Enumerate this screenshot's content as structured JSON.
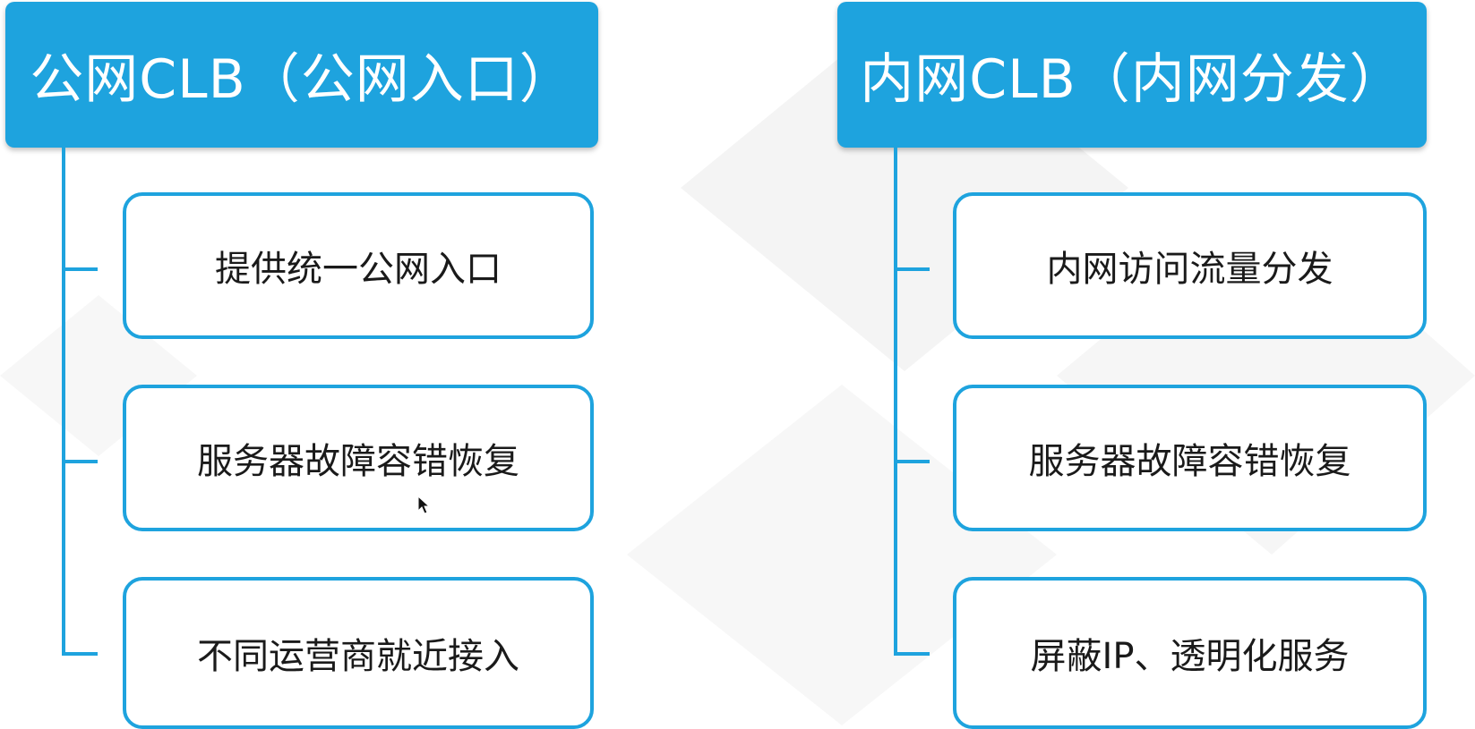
{
  "left": {
    "title": "公网CLB（公网入口）",
    "items": [
      "提供统一公网入口",
      "服务器故障容错恢复",
      "不同运营商就近接入"
    ]
  },
  "right": {
    "title": "内网CLB（内网分发）",
    "items": [
      "内网访问流量分发",
      "服务器故障容错恢复",
      "屏蔽IP、透明化服务"
    ]
  },
  "colors": {
    "accent": "#1ea3de",
    "text": "#1a1a1a",
    "background": "#ffffff"
  }
}
